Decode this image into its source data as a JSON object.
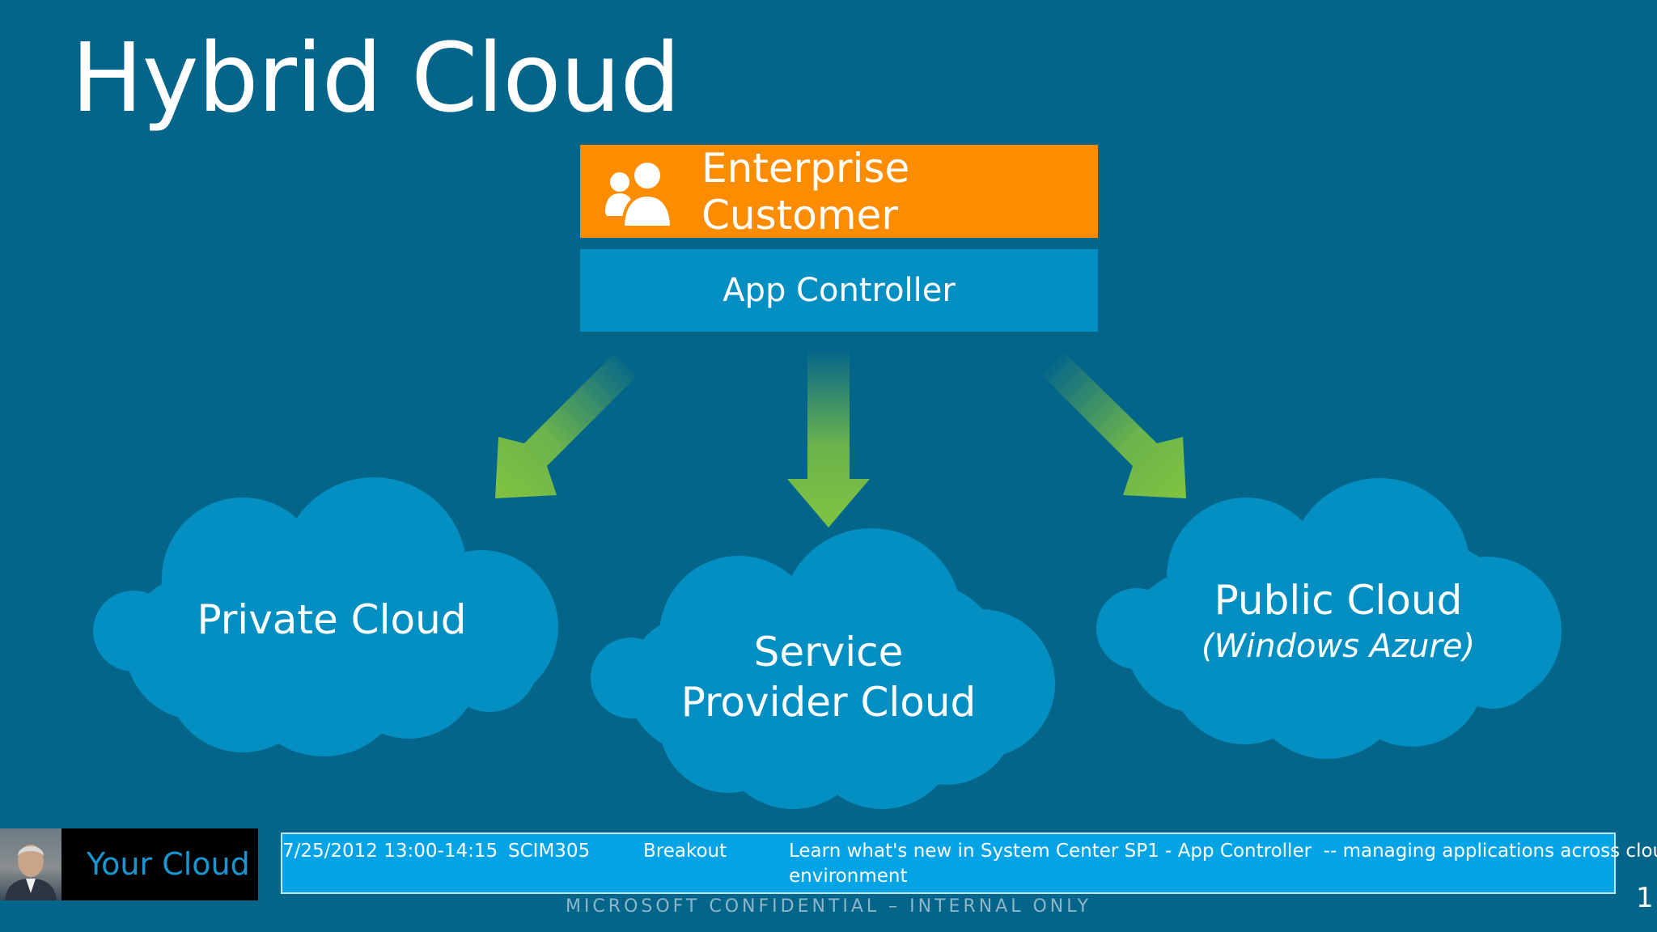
{
  "slide": {
    "title": "Hybrid Cloud",
    "page_number": "1"
  },
  "top": {
    "enterprise_label": "Enterprise Customer",
    "app_controller_label": "App Controller"
  },
  "clouds": {
    "private": {
      "label": "Private Cloud"
    },
    "service_provider": {
      "line1": "Service",
      "line2": "Provider Cloud"
    },
    "public": {
      "label": "Public Cloud",
      "sub": "(Windows Azure)"
    }
  },
  "footer": {
    "presenter_title": "Your Cloud",
    "session": {
      "datetime": "7/25/2012 13:00-14:15",
      "code": "SCIM305",
      "type": "Breakout",
      "description": "Learn what's new in System Center SP1 - App Controller  -- managing applications across clouds",
      "description_cont": "environment"
    },
    "confidential": "MICROSOFT CONFIDENTIAL – INTERNAL ONLY"
  },
  "colors": {
    "background": "#03658a",
    "enterprise": "#fd8c00",
    "app_controller": "#038fc1",
    "cloud": "#038fc1",
    "arrow": "#7fc241"
  },
  "icons": [
    "people-icon"
  ]
}
